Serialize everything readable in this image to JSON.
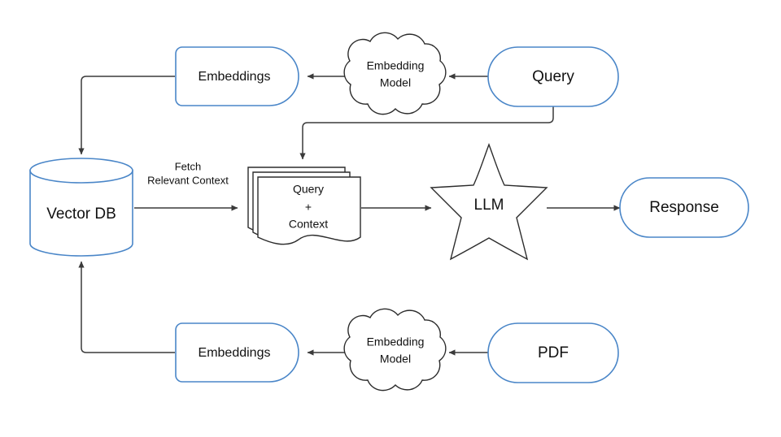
{
  "diagram": {
    "title": "RAG (Retrieval Augmented Generation) pipeline diagram",
    "type": "flowchart",
    "background_color": "#ffffff",
    "accent_color": "#4a86c8",
    "line_color": "#3a3a3a",
    "text_color": "#111111",
    "nodes": [
      {
        "id": "query-embeddings",
        "label": "Embeddings",
        "shape": "delay",
        "stroke": "#4a86c8"
      },
      {
        "id": "query-embedding-model",
        "label_line1": "Embedding",
        "label_line2": "Model",
        "shape": "cloud",
        "stroke": "#2b2b2b"
      },
      {
        "id": "query",
        "label": "Query",
        "shape": "stadium",
        "stroke": "#4a86c8"
      },
      {
        "id": "vector-db",
        "label": "Vector DB",
        "shape": "cylinder",
        "stroke": "#4a86c8"
      },
      {
        "id": "query-plus-context",
        "label_line1": "Query",
        "label_line2": "+",
        "label_line3": "Context",
        "shape": "document-stack",
        "stroke": "#2b2b2b"
      },
      {
        "id": "llm",
        "label": "LLM",
        "shape": "star",
        "stroke": "#2b2b2b"
      },
      {
        "id": "response",
        "label": "Response",
        "shape": "stadium",
        "stroke": "#4a86c8"
      },
      {
        "id": "pdf-embeddings",
        "label": "Embeddings",
        "shape": "delay",
        "stroke": "#4a86c8"
      },
      {
        "id": "pdf-embedding-model",
        "label_line1": "Embedding",
        "label_line2": "Model",
        "shape": "cloud",
        "stroke": "#2b2b2b"
      },
      {
        "id": "pdf",
        "label": "PDF",
        "shape": "stadium",
        "stroke": "#4a86c8"
      }
    ],
    "edges": [
      {
        "id": "query-to-embedding-model",
        "from": "query",
        "to": "query-embedding-model",
        "label": ""
      },
      {
        "id": "embedding-model-to-embeddings",
        "from": "query-embedding-model",
        "to": "query-embeddings",
        "label": ""
      },
      {
        "id": "embeddings-to-vector-db",
        "from": "query-embeddings",
        "to": "vector-db",
        "label": ""
      },
      {
        "id": "query-to-query-plus-context",
        "from": "query",
        "to": "query-plus-context",
        "label": ""
      },
      {
        "id": "vector-db-to-query-plus-context",
        "from": "vector-db",
        "to": "query-plus-context",
        "label_line1": "Fetch",
        "label_line2": "Relevant Context"
      },
      {
        "id": "query-plus-context-to-llm",
        "from": "query-plus-context",
        "to": "llm",
        "label": ""
      },
      {
        "id": "llm-to-response",
        "from": "llm",
        "to": "response",
        "label": ""
      },
      {
        "id": "pdf-to-embedding-model",
        "from": "pdf",
        "to": "pdf-embedding-model",
        "label": ""
      },
      {
        "id": "embedding-model-to-pdf-embeddings",
        "from": "pdf-embedding-model",
        "to": "pdf-embeddings",
        "label": ""
      },
      {
        "id": "pdf-embeddings-to-vector-db",
        "from": "pdf-embeddings",
        "to": "vector-db",
        "label": ""
      }
    ]
  }
}
